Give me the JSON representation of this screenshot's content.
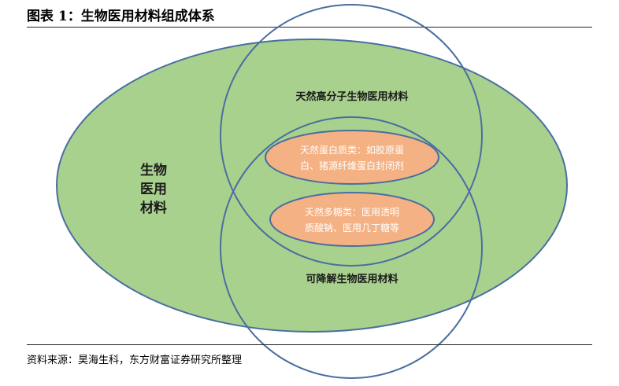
{
  "title": "图表 1：生物医用材料组成体系",
  "source": "资料来源：昊海生科，东方财富证券研究所整理",
  "diagram": {
    "outer_label": [
      "生物",
      "医用",
      "材料"
    ],
    "circle_top_label": "天然高分子生物医用材料",
    "circle_bottom_label": "可降解生物医用材料",
    "pill_protein": [
      "天然蛋白质类：如胶原蛋",
      "白、猪源纤维蛋白封闭剂"
    ],
    "pill_sugar": [
      "天然多糖类：医用透明",
      "质酸钠、医用几丁糖等"
    ]
  },
  "colors": {
    "outer_fill": "#a9d18e",
    "stroke": "#4a6ea0",
    "pill_fill": "#f4b183",
    "pill_stroke": "#4a6ea0"
  }
}
